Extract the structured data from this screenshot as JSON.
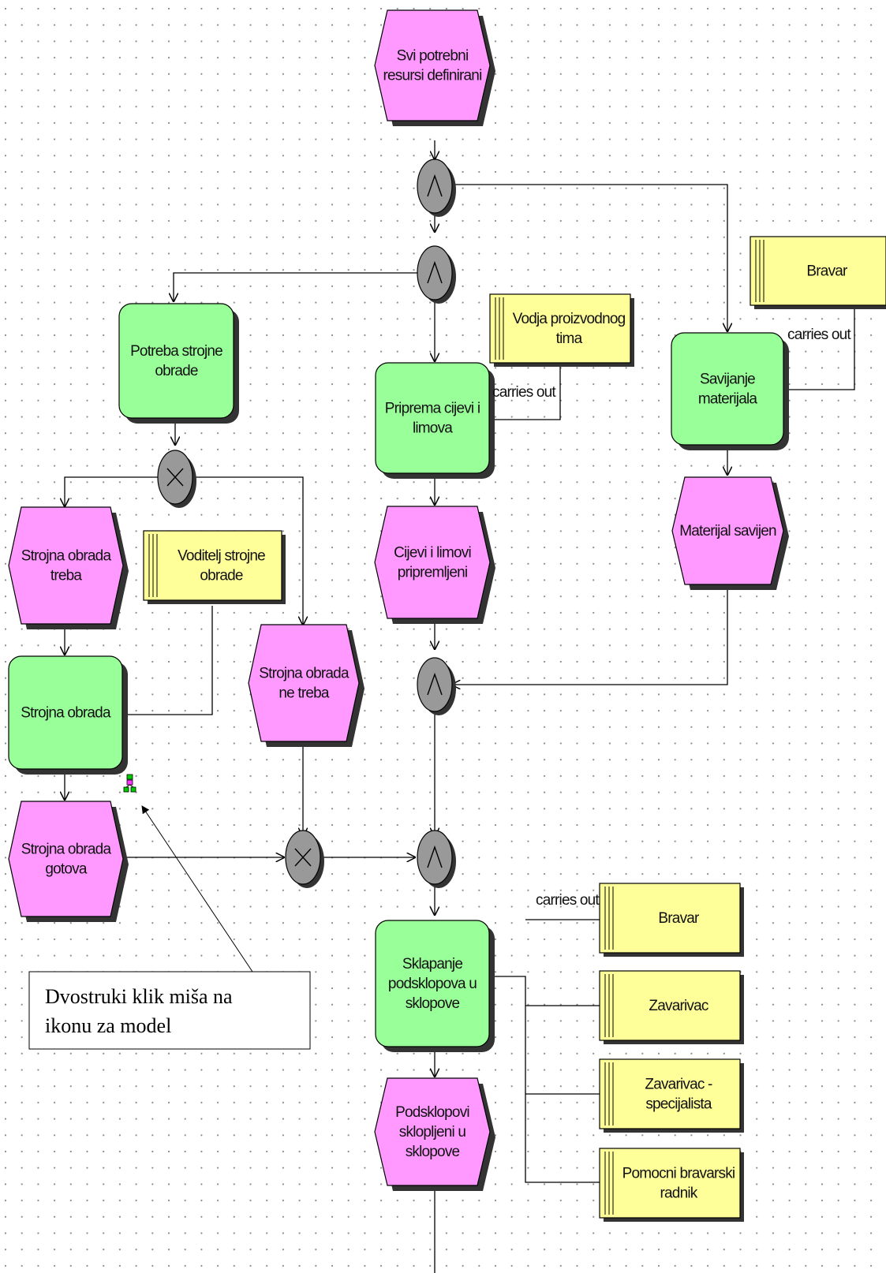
{
  "events": {
    "svi_resursi": [
      "Svi potrebni",
      "resursi definirani"
    ],
    "strojna_treba": [
      "Strojna obrada",
      "treba"
    ],
    "strojna_ne_treba": [
      "Strojna obrada",
      "ne treba"
    ],
    "strojna_gotova": [
      "Strojna obrada",
      "gotova"
    ],
    "cijevi_pripremljeni": [
      "Cijevi i limovi",
      "pripremljeni"
    ],
    "materijal_savijen": [
      "Materijal savijen"
    ],
    "podsklopovi_sklopljeni": [
      "Podsklopovi",
      "sklopljeni u",
      "sklopove"
    ]
  },
  "functions": {
    "potreba_strojne": [
      "Potreba strojne",
      "obrade"
    ],
    "strojna_obrada": [
      "Strojna obrada"
    ],
    "priprema": [
      "Priprema cijevi i",
      "limova"
    ],
    "savijanje": [
      "Savijanje",
      "materijala"
    ],
    "sklapanje": [
      "Sklapanje",
      "podsklopova u",
      "sklopove"
    ]
  },
  "roles": {
    "bravar_top": [
      "Bravar"
    ],
    "vodja": [
      "Vodja proizvodnog",
      "tima"
    ],
    "voditelj": [
      "Voditelj strojne",
      "obrade"
    ],
    "bravar_bottom": [
      "Bravar"
    ],
    "zavarivac": [
      "Zavarivac"
    ],
    "zavarivac_spec": [
      "Zavarivac -",
      "specijalista"
    ],
    "pomocni": [
      "Pomocni bravarski",
      "radnik"
    ]
  },
  "operators": {
    "and": "∧",
    "xor": "×"
  },
  "connection_labels": {
    "carries_out": "carries out"
  },
  "annotation": [
    "Dvostruki klik miša na",
    "ikonu za model"
  ],
  "colors": {
    "event": "#ff99ff",
    "function": "#99ff99",
    "role": "#ffff99",
    "operator": "#999999",
    "shadow": "#333333",
    "grid_dot": "#8a8a8a"
  }
}
